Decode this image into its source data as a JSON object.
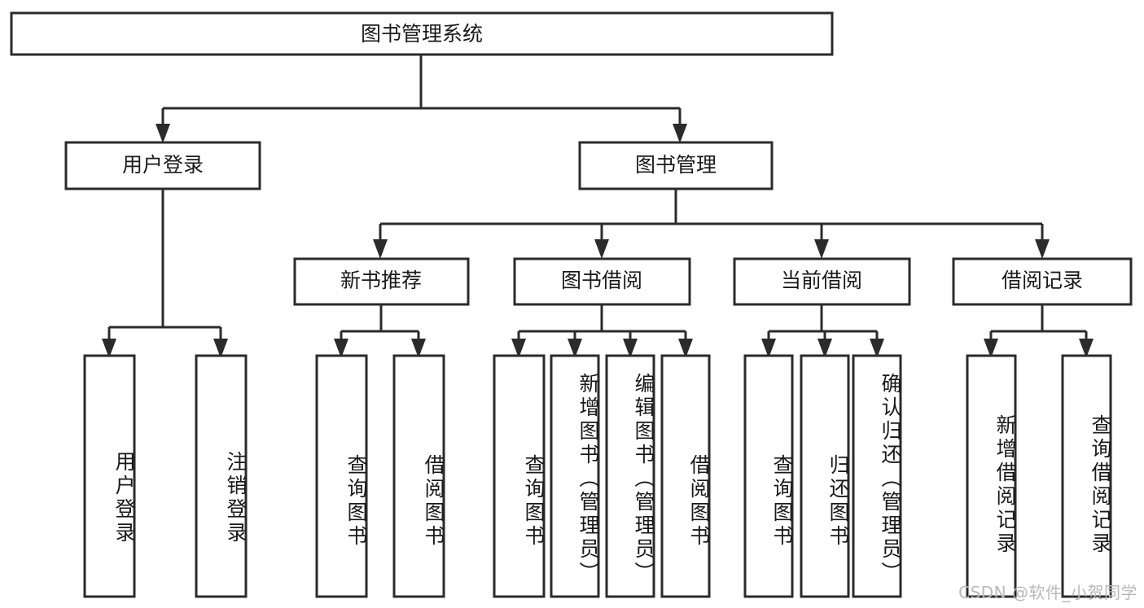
{
  "diagram": {
    "type": "tree",
    "title": "图书管理系统",
    "orientation": "top-down",
    "colors": {
      "box_fill": "#ffffff",
      "box_stroke": "#2b2b2b",
      "text": "#1a1a1a",
      "watermark": "#b9b9b9",
      "background": "#ffffff"
    },
    "root": {
      "label": "图书管理系统"
    },
    "level1": [
      {
        "label": "用户登录"
      },
      {
        "label": "图书管理"
      }
    ],
    "level2": [
      {
        "label": "新书推荐"
      },
      {
        "label": "图书借阅"
      },
      {
        "label": "当前借阅"
      },
      {
        "label": "借阅记录"
      }
    ],
    "leaves": {
      "user_login": [
        {
          "label": "用户登录"
        },
        {
          "label": "注销登录"
        }
      ],
      "new_book_recommend": [
        {
          "label": "查询图书"
        },
        {
          "label": "借阅图书"
        }
      ],
      "book_borrow": [
        {
          "label": "查询图书"
        },
        {
          "label": "新增图书（管理员）"
        },
        {
          "label": "编辑图书（管理员）"
        },
        {
          "label": "借阅图书"
        }
      ],
      "current_borrow": [
        {
          "label": "查询图书"
        },
        {
          "label": "归还图书"
        },
        {
          "label": "确认归还（管理员）"
        }
      ],
      "borrow_record": [
        {
          "label": "新增借阅记录"
        },
        {
          "label": "查询借阅记录"
        }
      ]
    }
  },
  "watermark": {
    "text": "CSDN @软件_小贺同学"
  }
}
